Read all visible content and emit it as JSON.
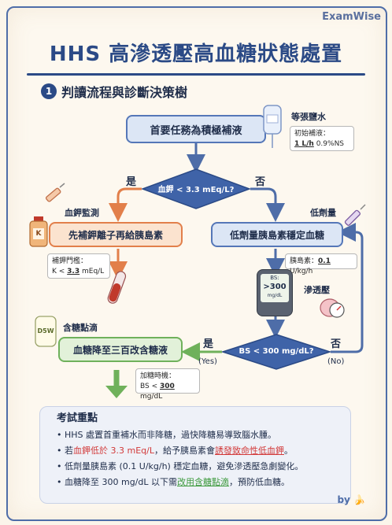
{
  "brand": "ExamWise",
  "title": "HHS 高滲透壓高血糖狀態處置",
  "section": {
    "number": "1",
    "title": "判讀流程與診斷決策樹"
  },
  "flow": {
    "start_box": "首要任務為積極補液",
    "saline_label": "等張鹽水",
    "saline_note_label": "初始補液：",
    "saline_note_rate": "1 L/h",
    "saline_note_fluid": "0.9%NS",
    "decision1": "血鉀 < 3.3 mEq/L?",
    "yes": "是",
    "no": "否",
    "k_monitor_label": "血鉀監測",
    "k_bottle": "K",
    "left_box": "先補鉀離子再給胰島素",
    "k_note_label": "補鉀門檻：",
    "k_note_prefix": "K < ",
    "k_note_value": "3.3",
    "k_note_unit": " mEq/L",
    "low_dose_label": "低劑量",
    "right_box": "低劑量胰島素穩定血糖",
    "insulin_note_label": "胰島素：",
    "insulin_note_value": "0.1",
    "insulin_note_unit": " U/kg/h",
    "meter_label": "BS:",
    "meter_value": ">300",
    "meter_unit": "mg/dL",
    "osm_label": "滲透壓",
    "glucose_label": "含糖點滴",
    "bag_label": "D5W",
    "decision2": "BS < 300 mg/dL?",
    "yes2": "是",
    "no2": "否",
    "yes_en": "(Yes)",
    "no_en": "(No)",
    "green_box": "血糖降至三百改含糖液",
    "sugar_note_label": "加糖時機：",
    "sugar_note_prefix": "BS < ",
    "sugar_note_value": "300",
    "sugar_note_unit": " mg/dL"
  },
  "key_points": {
    "title": "考試重點",
    "items": [
      {
        "parts": [
          "• HHS 處置首重補水而非降糖，過快降糖易導致腦水腫。"
        ]
      },
      {
        "parts": [
          "• 若",
          "血鉀低於 3.3 mEq/L",
          "，給予胰島素會",
          "誘發致命性低血鉀",
          "。"
        ]
      },
      {
        "parts": [
          "• 低劑量胰島素 (0.1 U/kg/h) 穩定血糖，避免滲透壓急劇變化。"
        ]
      },
      {
        "parts": [
          "• 血糖降至 300 mg/dL 以下需",
          "改用含糖點滴",
          "，預防低血糖。"
        ]
      }
    ]
  },
  "signature": "by 🍌",
  "colors": {
    "primary": "#2b4a86",
    "orange": "#e27f4a",
    "green": "#6fb15b",
    "red": "#d23a3a"
  }
}
